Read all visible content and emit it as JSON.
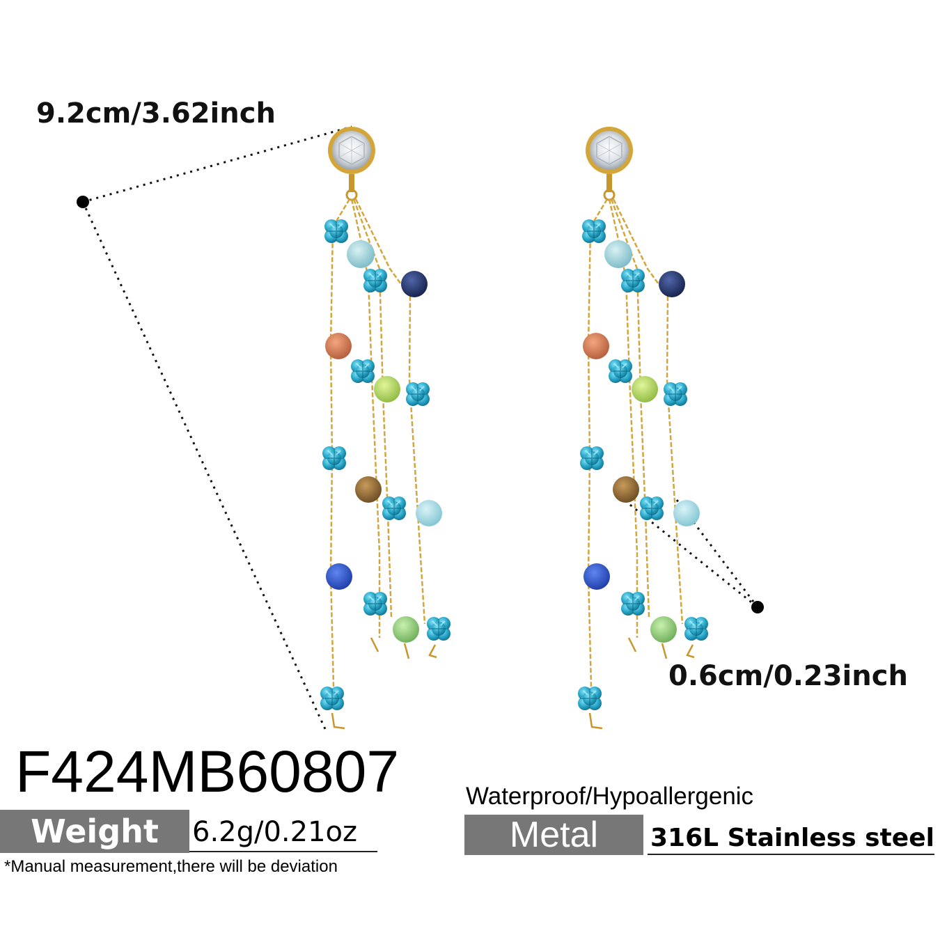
{
  "dimensions": {
    "length": "9.2cm/3.62inch",
    "width": "0.6cm/0.23inch"
  },
  "product": {
    "sku": "F424MB60807",
    "weight_label": "Weight",
    "weight_value": "6.2g/0.21oz",
    "note": "*Manual measurement,there will be deviation",
    "properties": "Waterproof/Hypoallergenic",
    "metal_label": "Metal",
    "metal_value": "316L Stainless steel"
  },
  "colors": {
    "label_bg": "#777777",
    "gold_chain": "#d4a63a",
    "aqua_bead": "#2aa7c9",
    "crystal": "#e9ecef"
  }
}
